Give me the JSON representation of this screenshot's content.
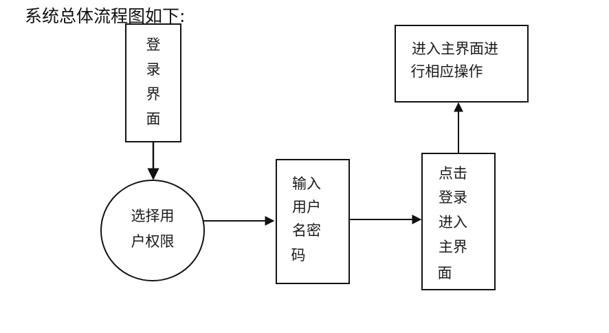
{
  "caption": "系统总体流程图如下:",
  "nodes": {
    "login": {
      "lines": [
        "登",
        "录",
        "界",
        "面"
      ]
    },
    "select_permission": {
      "lines": [
        "选择用",
        "户权限"
      ]
    },
    "input_credentials": {
      "lines": [
        "输入",
        "用户",
        "名密",
        "码"
      ]
    },
    "click_login": {
      "lines": [
        "点击",
        "登录",
        "进入",
        "主界",
        "面"
      ]
    },
    "main_screen": {
      "lines": [
        "进入主界面进",
        "行相应操作"
      ]
    }
  }
}
